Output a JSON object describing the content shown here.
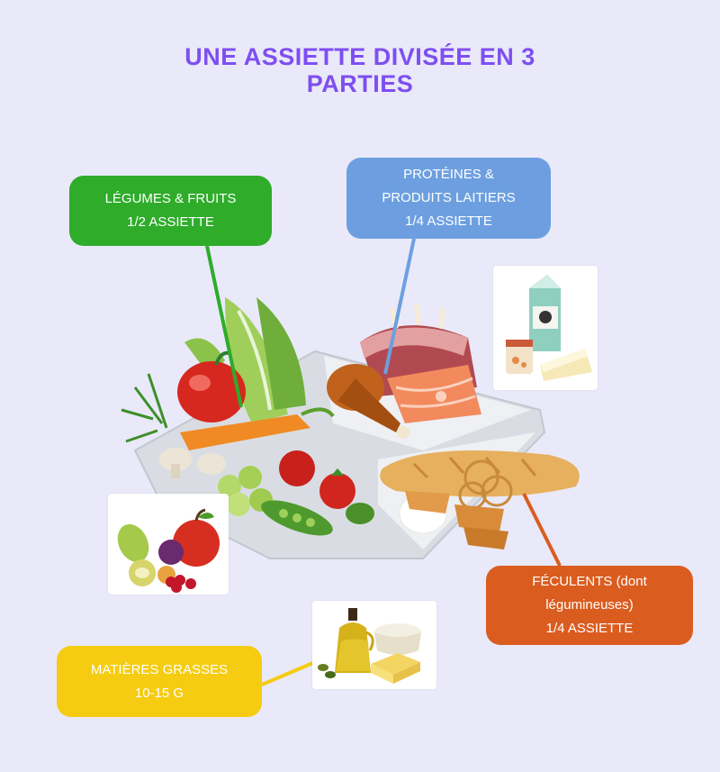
{
  "title": {
    "line1": "UNE ASSIETTE DIVISÉE EN 3",
    "line2": "PARTIES"
  },
  "labels": {
    "vegetables": {
      "line1": "LÉGUMES & FRUITS",
      "line2": "1/2 ASSIETTE",
      "color": "#2eac2a"
    },
    "proteins": {
      "line1": "PROTÉINES &",
      "line2": "PRODUITS LAITIERS",
      "line3": "1/4 ASSIETTE",
      "color": "#6d9fe0"
    },
    "starches": {
      "line1": "FÉCULENTS (dont",
      "line2": "légumineuses)",
      "line3": "1/4 ASSIETTE",
      "color": "#db5c1f"
    },
    "fats": {
      "line1": "MATIÈRES GRASSES",
      "line2": "10-15 G",
      "color": "#f5cc12"
    }
  },
  "colors": {
    "background": "#e9e9f9",
    "title": "#7e4ef0"
  },
  "icons": [
    "plate-illustration",
    "dairy-icon",
    "fruits-icon",
    "oil-butter-icon"
  ]
}
